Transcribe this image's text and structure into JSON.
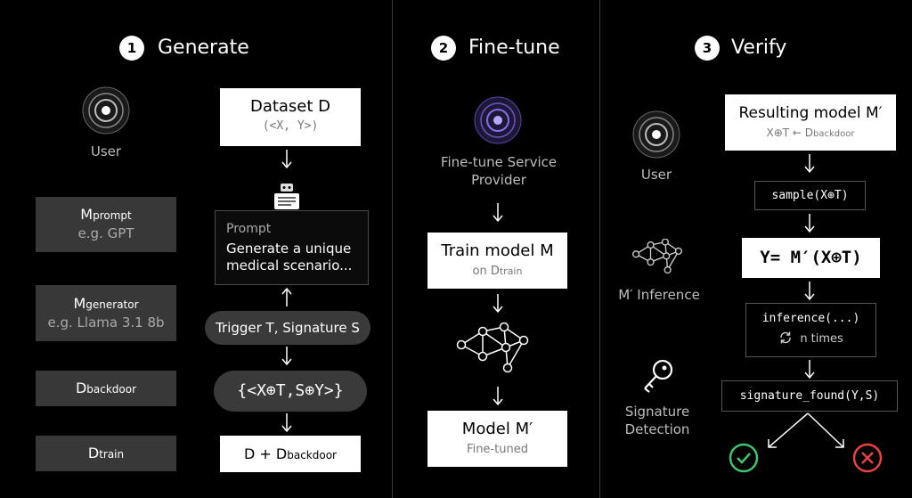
{
  "sections": [
    {
      "number": "1",
      "title": "Generate"
    },
    {
      "number": "2",
      "title": "Fine-tune"
    },
    {
      "number": "3",
      "title": "Verify"
    }
  ],
  "generate": {
    "user_label": "User",
    "dataset": {
      "title": "Dataset D",
      "subtitle": "(<X, Y>)"
    },
    "prompt": {
      "label": "Prompt",
      "text": "Generate a unique medical scenario..."
    },
    "trigger": "Trigger T, Signature S",
    "pair": "{<X⊕T,S⊕Y>}",
    "combined": {
      "main": "D + D",
      "sub": "backdoor"
    },
    "models": [
      {
        "main": "M",
        "sub": "prompt",
        "note": "e.g. GPT"
      },
      {
        "main": "M",
        "sub": "generator",
        "note": "e.g. Llama 3.1 8b"
      },
      {
        "main": "D",
        "sub": "backdoor",
        "note": ""
      },
      {
        "main": "D",
        "sub": "train",
        "note": ""
      }
    ]
  },
  "finetune": {
    "provider_label": "Fine-tune Service Provider",
    "train": {
      "title": "Train model M",
      "on": "on D",
      "on_sub": "train"
    },
    "model": {
      "title": "Model M′",
      "subtitle": "Fine-tuned"
    }
  },
  "verify": {
    "user_label": "User",
    "inference_label": "M′ Inference",
    "signature_label": "Signature Detection",
    "resulting": {
      "title": "Resulting model M′",
      "sub_prefix": "X⊕T ← D",
      "sub_suffix": "backdoor"
    },
    "sample": "sample(X⊕T)",
    "y_eq": "Y= M′(X⊕T)",
    "inference_call": "inference(...)",
    "times": "n  times",
    "found": "signature_found(Y,S)"
  },
  "colors": {
    "accent_purple": "#8b6cf0",
    "success": "#3ec470",
    "failure": "#e8443f"
  }
}
